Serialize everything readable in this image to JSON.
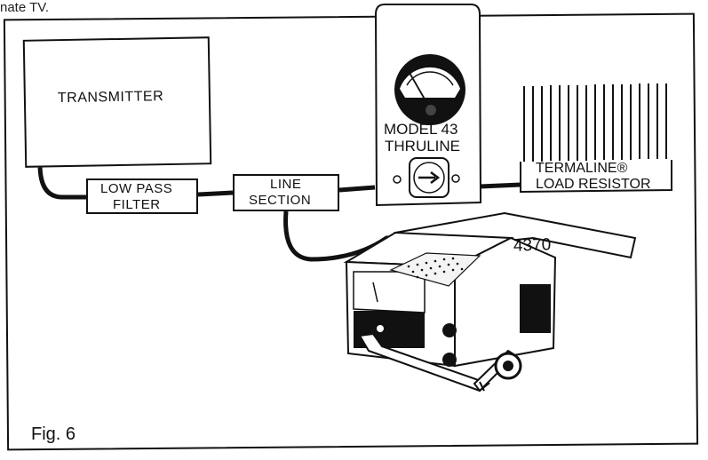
{
  "page": {
    "cropped_top_text": "nate TV."
  },
  "diagram": {
    "transmitter": "TRANSMITTER",
    "low_pass_filter": [
      "LOW PASS",
      "FILTER"
    ],
    "line_section": [
      "LINE",
      "SECTION"
    ],
    "model_43": [
      "MODEL 43",
      "THRULINE"
    ],
    "termaline": [
      "TERMALINE®",
      "LOAD RESISTOR"
    ],
    "meter_4370": "4370",
    "figure_caption": "Fig. 6"
  }
}
